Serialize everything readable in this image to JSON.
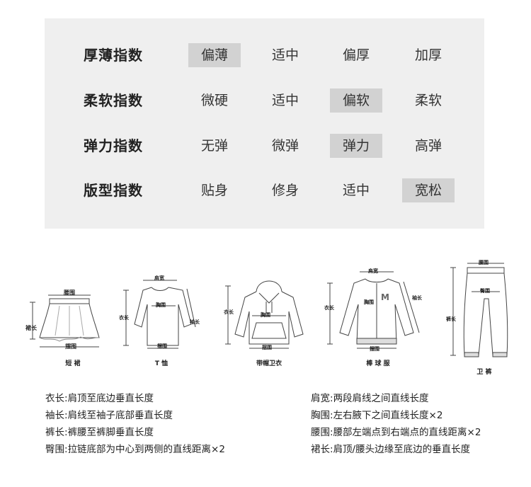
{
  "indices": [
    {
      "label": "厚薄指数",
      "options": [
        "偏薄",
        "适中",
        "偏厚",
        "加厚"
      ],
      "selected": 0
    },
    {
      "label": "柔软指数",
      "options": [
        "微硬",
        "适中",
        "偏软",
        "柔软"
      ],
      "selected": 2
    },
    {
      "label": "弹力指数",
      "options": [
        "无弹",
        "微弹",
        "弹力",
        "高弹"
      ],
      "selected": 2
    },
    {
      "label": "版型指数",
      "options": [
        "贴身",
        "修身",
        "适中",
        "宽松"
      ],
      "selected": 3
    }
  ],
  "figures": [
    {
      "caption": "短 裙",
      "marks": [
        "腰围",
        "裙长",
        "摆围"
      ]
    },
    {
      "caption": "T 恤",
      "marks": [
        "肩宽",
        "衣长",
        "胸围",
        "袖长",
        "摆围"
      ]
    },
    {
      "caption": "带帽卫衣",
      "marks": [
        "衣长",
        "胸围",
        "摆围"
      ]
    },
    {
      "caption": "棒 球 服",
      "marks": [
        "衣长",
        "肩宽",
        "胸围",
        "袖长",
        "摆围"
      ]
    },
    {
      "caption": "卫 裤",
      "marks": [
        "腰围",
        "裤长",
        "臀围"
      ]
    }
  ],
  "legend_left": [
    {
      "term": "衣长:",
      "desc": "肩顶至底边垂直长度"
    },
    {
      "term": "袖长:",
      "desc": "肩线至袖子底部垂直长度"
    },
    {
      "term": "裤长:",
      "desc": "裤腰至裤脚垂直长度"
    },
    {
      "term": "臀围:",
      "desc": "拉链底部为中心到两侧的直线距离×2"
    }
  ],
  "legend_right": [
    {
      "term": "肩宽:",
      "desc": "两段肩线之间直线长度"
    },
    {
      "term": "胸围:",
      "desc": "左右腋下之间直线长度×2"
    },
    {
      "term": "腰围:",
      "desc": "腰部左端点到右端点的直线距离×2"
    },
    {
      "term": "裙长:",
      "desc": "肩顶/腰头边缘至底边的垂直长度"
    }
  ]
}
